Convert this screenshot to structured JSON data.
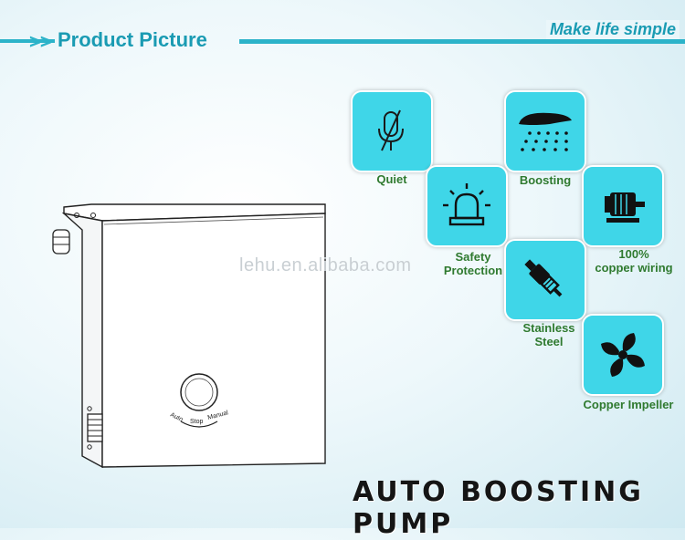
{
  "header": {
    "arrows": ">>",
    "title": "Product Picture",
    "tagline": "Make life simple"
  },
  "watermark": "lehu.en.alibaba.com",
  "features": [
    {
      "label": "Quiet",
      "icon": "quiet-icon"
    },
    {
      "label": "Boosting",
      "icon": "shower-icon"
    },
    {
      "label_line1": "Safety",
      "label_line2": "Protection",
      "icon": "alarm-light-icon"
    },
    {
      "label_line1": "100%",
      "label_line2": "copper wiring",
      "icon": "motor-icon"
    },
    {
      "label_line1": "Stainless",
      "label_line2": "Steel",
      "icon": "spark-plug-icon"
    },
    {
      "label": "Copper Impeller",
      "icon": "impeller-icon"
    }
  ],
  "pump": {
    "dial_auto": "Auto",
    "dial_stop": "Stop",
    "dial_manual": "Manual"
  },
  "product_name": "Auto Boosting Pump",
  "colors": {
    "accent": "#2cb3c9",
    "tile": "#3fd6e8",
    "label": "#2f7a2f"
  }
}
